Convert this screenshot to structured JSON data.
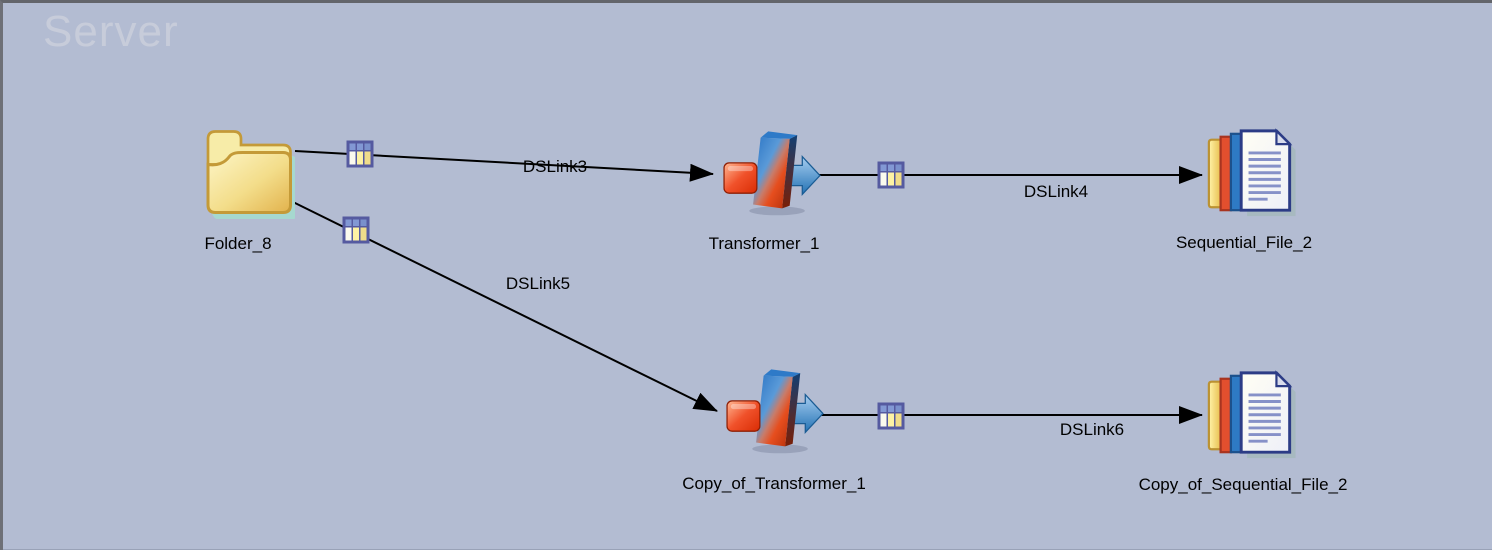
{
  "canvas": {
    "watermark": "Server",
    "background_color": "#b3bcd2",
    "border_color": "#63656b",
    "watermark_color": "#c7ccda"
  },
  "nodes": [
    {
      "label": "Folder_8",
      "icon": "folder-icon"
    },
    {
      "label": "Transformer_1",
      "icon": "transformer-icon"
    },
    {
      "label": "Sequential_File_2",
      "icon": "sequential-file-icon"
    },
    {
      "label": "Copy_of_Transformer_1",
      "icon": "transformer-icon"
    },
    {
      "label": "Copy_of_Sequential_File_2",
      "icon": "sequential-file-icon"
    }
  ],
  "links": [
    {
      "label": "DSLink3",
      "from": "Folder_8",
      "to": "Transformer_1"
    },
    {
      "label": "DSLink4",
      "from": "Transformer_1",
      "to": "Sequential_File_2"
    },
    {
      "label": "DSLink5",
      "from": "Folder_8",
      "to": "Copy_of_Transformer_1"
    },
    {
      "label": "DSLink6",
      "from": "Copy_of_Transformer_1",
      "to": "Copy_of_Sequential_File_2"
    }
  ],
  "colors": {
    "link_line": "#000000",
    "label_text": "#000000",
    "marker_border": "#555aa0",
    "folder_gold": "#e8bd55",
    "transformer_red": "#e64e1e",
    "transformer_blue": "#2a74c4"
  }
}
